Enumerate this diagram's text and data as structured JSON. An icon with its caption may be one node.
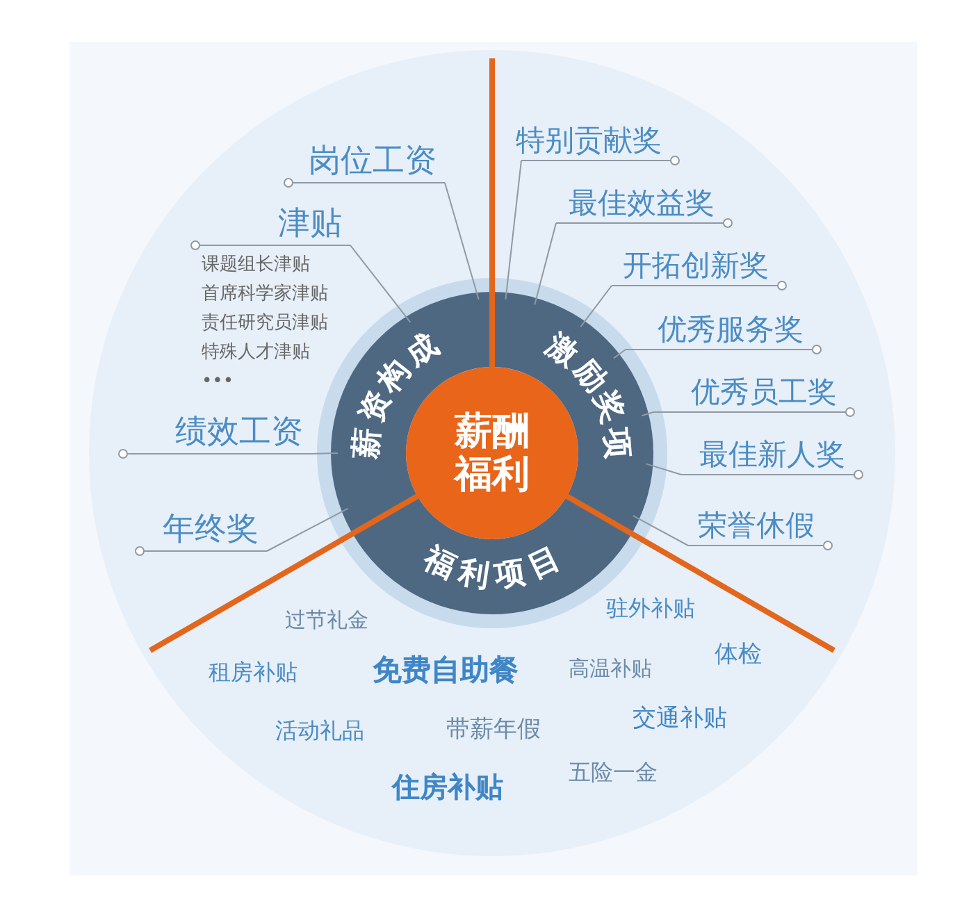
{
  "diagram": {
    "nodes": [
      {
        "text": [
          "薪酬福利"
        ]
      },
      {
        "text": [
          "薪资构成"
        ]
      },
      {
        "text": [
          "激励奖项"
        ]
      },
      {
        "text": [
          "福利项目"
        ]
      },
      {
        "text": [
          "岗位工资"
        ]
      },
      {
        "text": [
          "津贴"
        ],
        "beside": [
          "课题组长津贴",
          "首席科学家津贴",
          "责任研究员津贴",
          "特殊人才津贴",
          "•••"
        ]
      },
      {
        "text": [
          "绩效工资"
        ]
      },
      {
        "text": [
          "年终奖"
        ]
      },
      {
        "text": [
          "特别贡献奖"
        ]
      },
      {
        "text": [
          "最佳效益奖"
        ]
      },
      {
        "text": [
          "开拓创新奖"
        ]
      },
      {
        "text": [
          "优秀服务奖"
        ]
      },
      {
        "text": [
          "优秀员工奖"
        ]
      },
      {
        "text": [
          "最佳新人奖"
        ]
      },
      {
        "text": [
          "荣誉休假"
        ]
      }
    ],
    "edges": [
      {
        "from": 4,
        "to": 1,
        "arrow": "none"
      },
      {
        "from": 5,
        "to": 1,
        "arrow": "none"
      },
      {
        "from": 6,
        "to": 1,
        "arrow": "none"
      },
      {
        "from": 7,
        "to": 1,
        "arrow": "none"
      },
      {
        "from": 8,
        "to": 2,
        "arrow": "none"
      },
      {
        "from": 9,
        "to": 2,
        "arrow": "none"
      },
      {
        "from": 10,
        "to": 2,
        "arrow": "none"
      },
      {
        "from": 11,
        "to": 2,
        "arrow": "none"
      },
      {
        "from": 12,
        "to": 2,
        "arrow": "none"
      },
      {
        "from": 13,
        "to": 2,
        "arrow": "none"
      },
      {
        "from": 14,
        "to": 2,
        "arrow": "none"
      }
    ],
    "labels": [
      "过节礼金",
      "驻外补贴",
      "租房补贴",
      "免费自助餐",
      "高温补贴",
      "体检",
      "活动礼品",
      "带薪年假",
      "交通补贴",
      "住房补贴",
      "五险一金"
    ]
  }
}
